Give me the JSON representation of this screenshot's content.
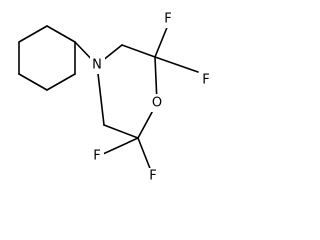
{
  "molecule": {
    "atoms": {
      "n4": "N",
      "o1": "O",
      "f1": "F",
      "f2": "F",
      "f3": "F",
      "f4": "F"
    }
  },
  "colors": {
    "bond": "#000000",
    "label": "#000000",
    "background": "#ffffff"
  }
}
